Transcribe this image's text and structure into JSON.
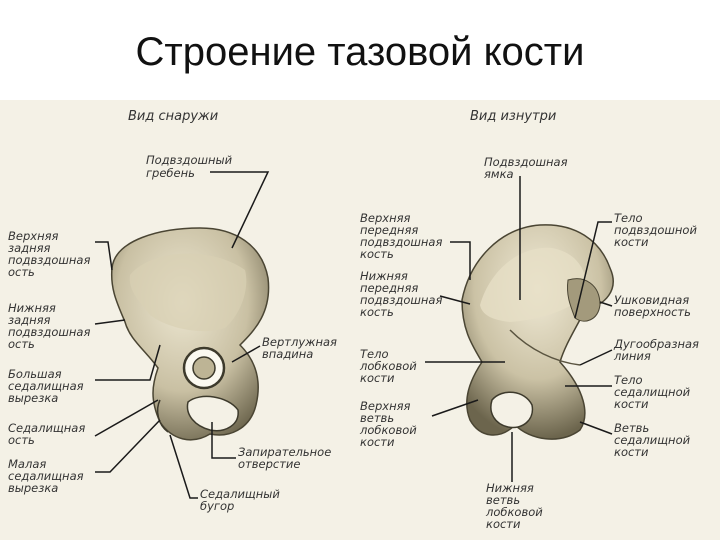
{
  "title": "Строение тазовой кости",
  "outer": {
    "heading": "Вид снаружи",
    "labels": {
      "crest": [
        "Подвздошный",
        "гребень"
      ],
      "post_sup": [
        "Верхняя",
        "задняя",
        "подвздошная",
        "ость"
      ],
      "post_inf": [
        "Нижняя",
        "задняя",
        "подвздошная",
        "ость"
      ],
      "greater_notch": [
        "Большая",
        "седалищная",
        "вырезка"
      ],
      "sciatic_spine": [
        "Седалищная",
        "ость"
      ],
      "lesser_notch": [
        "Малая",
        "седалищная",
        "вырезка"
      ],
      "acetabulum": [
        "Вертлужная",
        "впадина"
      ],
      "obturator": [
        "Запирательное",
        "отверстие"
      ],
      "tuber": [
        "Седалищный",
        "бугор"
      ]
    }
  },
  "inner": {
    "heading": "Вид изнутри",
    "labels": {
      "fossa": [
        "Подвздошная",
        "ямка"
      ],
      "ant_sup": [
        "Верхняя",
        "передняя",
        "подвздошная",
        "кость"
      ],
      "ant_inf": [
        "Нижняя",
        "передняя",
        "подвздошная",
        "кость"
      ],
      "pubis_body": [
        "Тело",
        "лобковой",
        "кости"
      ],
      "sup_ramus": [
        "Верхняя",
        "ветвь",
        "лобковой",
        "кости"
      ],
      "inf_ramus": [
        "Нижняя",
        "ветвь",
        "лобковой",
        "кости"
      ],
      "ilium_body": [
        "Тело",
        "подвздошной",
        "кости"
      ],
      "auricular": [
        "Ушковидная",
        "поверхность"
      ],
      "arcuate": [
        "Дугообразная",
        "линия"
      ],
      "ischium_body": [
        "Тело",
        "седалищной",
        "кости"
      ],
      "ischium_ramus": [
        "Ветвь",
        "седалищной",
        "кости"
      ]
    }
  },
  "colors": {
    "bone": "#c9c0a3",
    "bone_shadow": "#8d8468",
    "background": "#f4f1e6"
  }
}
